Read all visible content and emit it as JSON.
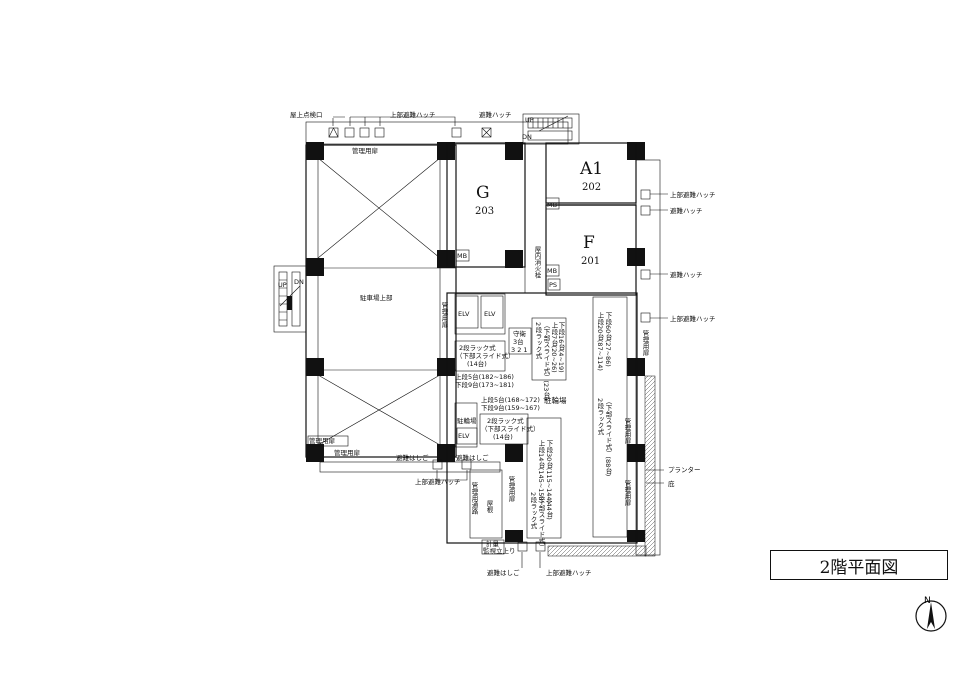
{
  "title": "2階平面図",
  "north_label": "N",
  "rooms": {
    "g": {
      "letter": "G",
      "number": "203"
    },
    "a1": {
      "letter": "A1",
      "number": "202"
    },
    "f": {
      "letter": "F",
      "number": "201"
    }
  },
  "labels": {
    "roof_inspection": "屋上点検口",
    "upper_hatch": "上部避難ハッチ",
    "evac_hatch": "避難ハッチ",
    "mgmt_door": "管理用扉",
    "mgmt_door_v": "管理用扉",
    "parking_upper": "駐車場上部",
    "up": "UP",
    "dn": "DN",
    "mb": "MB",
    "ps": "PS",
    "indoor_hydrant": "屋内消火栓",
    "elv": "ELV",
    "guard": "守衛",
    "bike_parking": "駐輪場",
    "evac_ladder": "避難はしご",
    "planter": "プランター",
    "eaves": "庇",
    "roof": "屋根",
    "gauge": "計量",
    "watch": "監視立上り",
    "mgmt_side": "管理用通路"
  },
  "racks": {
    "r1_type": "2段ラック式",
    "r1_sub": "（下部スライド式）",
    "r1_count": "(14台)",
    "r1_upper": "上段5台(182~186)",
    "r1_lower": "下段9台(173~181)",
    "r2_upper": "上段5台(168~172)",
    "r2_lower": "下段9台(159~167)",
    "r2_type": "2段ラック式",
    "r2_sub": "（下部スライド式）",
    "r2_count": "(14台)",
    "r3_type": "2段ラック式",
    "r3_sub": "（下部スライド式）(23台)",
    "r3_upper": "上段7台(20~26)",
    "r3_lower": "下段16台(4~19)",
    "r4_upper": "上段20台(87~114)",
    "r4_lower": "下段60台(27~86)",
    "r5_type": "2段ラック式",
    "r5_sub": "（下部スライド式）(88台)",
    "r6_upper": "上段14台(145~158)",
    "r6_lower": "下段30台(115~144)",
    "r7_type": "2段ラック式",
    "r7_sub": "（下部スライド式）",
    "r7_count": "(44台)",
    "guard_count": "3台",
    "guard_nums": "3 2 1"
  }
}
